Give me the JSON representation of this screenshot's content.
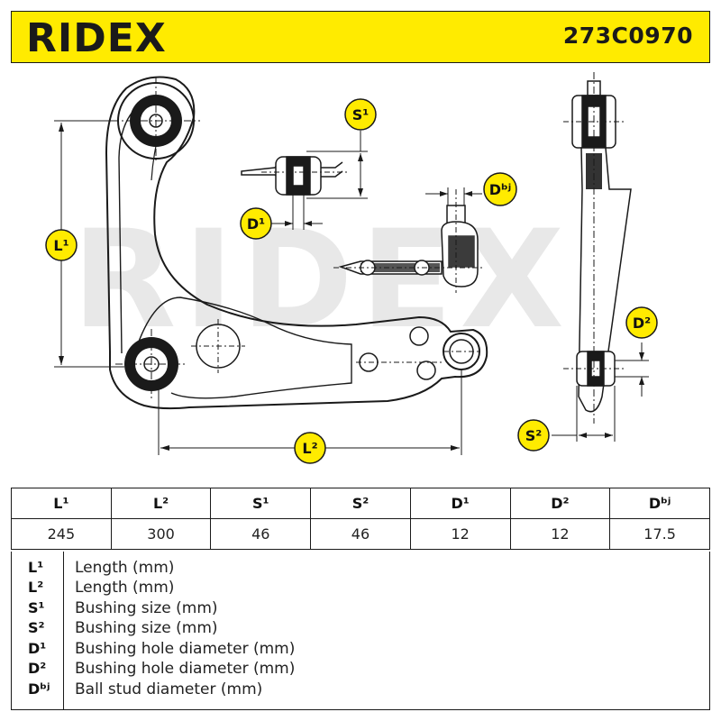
{
  "header": {
    "brand": "RIDEX",
    "part_number": "273C0970",
    "brand_color": "#1a1a1a",
    "background_color": "#ffeb00"
  },
  "diagram": {
    "watermark": "RIDEX",
    "badges": {
      "L1": "L¹",
      "L2": "L²",
      "S1": "S¹",
      "S2": "S²",
      "D1": "D¹",
      "D2": "D²",
      "Dbj": "Dᵇʲ"
    },
    "badge_color": "#ffeb00"
  },
  "table": {
    "headers": [
      "L¹",
      "L²",
      "S¹",
      "S²",
      "D¹",
      "D²",
      "Dᵇʲ"
    ],
    "values": [
      "245",
      "300",
      "46",
      "46",
      "12",
      "12",
      "17.5"
    ]
  },
  "legend": [
    {
      "key": "L¹",
      "desc": "Length (mm)"
    },
    {
      "key": "L²",
      "desc": "Length (mm)"
    },
    {
      "key": "S¹",
      "desc": "Bushing size (mm)"
    },
    {
      "key": "S²",
      "desc": "Bushing size (mm)"
    },
    {
      "key": "D¹",
      "desc": "Bushing hole diameter (mm)"
    },
    {
      "key": "D²",
      "desc": "Bushing hole diameter (mm)"
    },
    {
      "key": "Dᵇʲ",
      "desc": "Ball stud diameter (mm)"
    }
  ]
}
